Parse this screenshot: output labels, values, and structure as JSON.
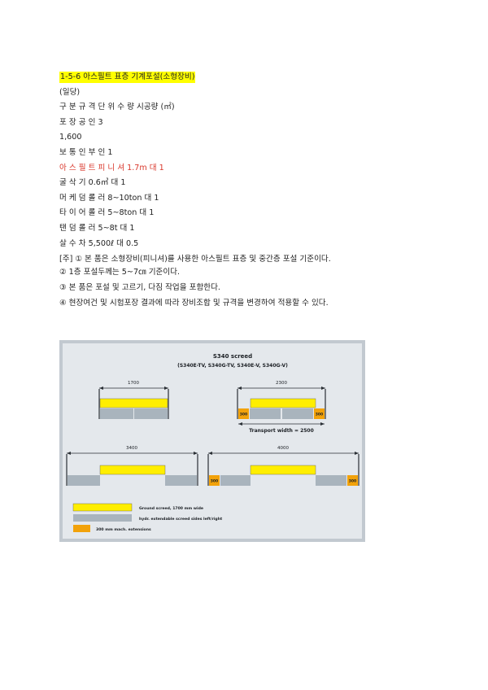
{
  "header": {
    "title": "1-5-6 아스필트 표층 기계포설(소형장비)",
    "unit": "(일당)"
  },
  "table": {
    "header_row": "구 분 규 격 단 위 수 량 시공량 (㎡)",
    "rows": [
      "포 장 공 인 3",
      "1,600",
      "보 통 인 부 인 1",
      "아 스 필 트 피 니 셔 1.7m 대 1",
      "굴 삭 기 0.6㎥ 대 1",
      "머 케 덤 롤 러 8~10ton 대 1",
      "타 이 어 롤 러 5~8ton 대 1",
      "탠 덤 롤 러 5~8t 대 1",
      "살 수 차 5,500ℓ 대 0.5"
    ]
  },
  "notes": [
    "[주] ① 본 품은 소형장비(피니셔)를 사용한 아스필트 표층 및 중간층 포설 기준이다.",
    "② 1층 포설두께는 5~7㎝ 기준이다.",
    "③ 본 품은 포설 및 고르기, 다짐 작업을 포함한다.",
    "④ 현장여건 및 시험포장 결과에 따라 장비조합 및 규격을 변경하여 적용할 수 있다."
  ],
  "diagram": {
    "title": "S340 screed",
    "subtitle": "(S340E-TV, S340G-TV, S340E-V, S340G-V)",
    "widths": {
      "top_left": "1700",
      "top_right": "2300",
      "bottom_left": "3400",
      "bottom_right": "4000"
    },
    "extension_label": "300",
    "transport_label": "Transport width = 2500",
    "legend": [
      {
        "label": "Ground screed, 1700 mm wide",
        "color": "#ffee00"
      },
      {
        "label": "hydr. extendable screed sides left/right",
        "color": "#a9b4bd"
      },
      {
        "label": "300 mm mach. extensions",
        "color": "#f2a20a"
      }
    ],
    "colors": {
      "background": "#e4e8ec",
      "frame": "#c2c9d0",
      "line": "#2a2f35"
    }
  }
}
